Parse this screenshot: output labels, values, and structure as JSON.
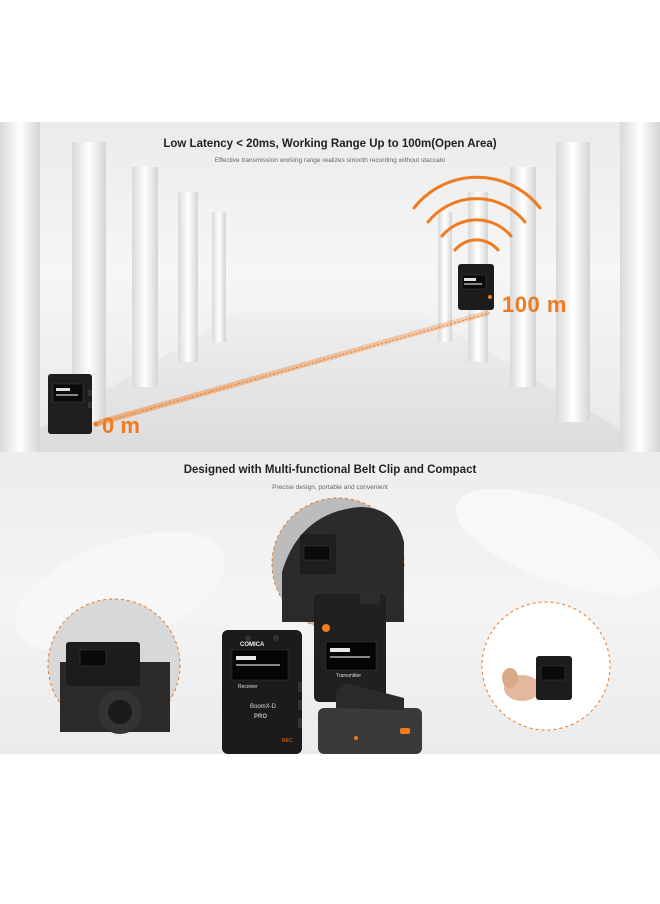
{
  "range_section": {
    "title": "Low Latency < 20ms, Working Range Up to 100m(Open Area)",
    "subtitle": "Effective transmission working range realizes smooth recording without staccato",
    "near_distance": "0 m",
    "far_distance": "100 m",
    "accent_color": "#ef7a1f"
  },
  "clip_section": {
    "title": "Designed with Multi-functional Belt Clip and Compact",
    "subtitle": "Precise design, portable and convenient"
  },
  "devices": {
    "brand": "COMICA",
    "model": "BoomX-D",
    "edition": "PRO",
    "receiver_label": "Receiver",
    "transmitter_label": "Transmitter",
    "rec_label": "REC"
  }
}
